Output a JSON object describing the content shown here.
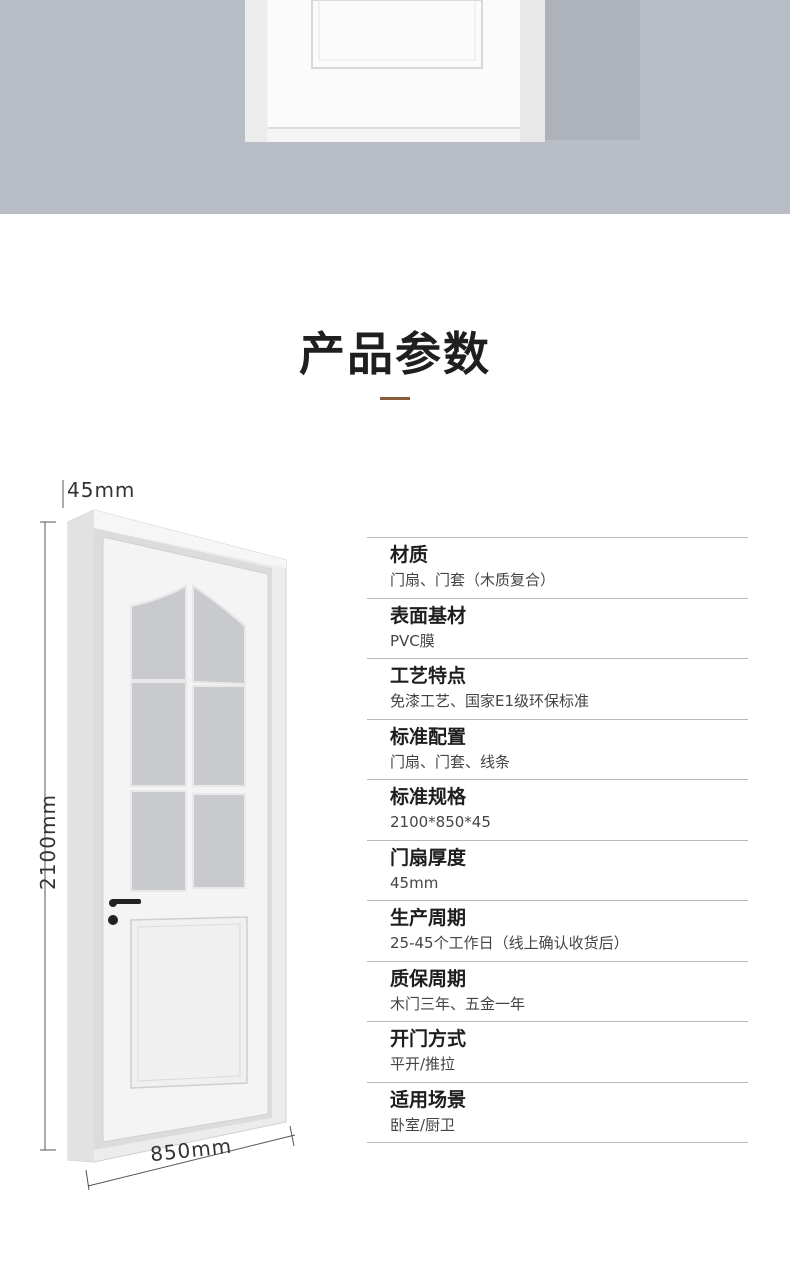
{
  "section_title": "产品参数",
  "dimensions": {
    "thickness": "45mm",
    "height": "2100mm",
    "width": "850mm"
  },
  "specs": [
    {
      "label": "材质",
      "value": "门扇、门套（木质复合）"
    },
    {
      "label": "表面基材",
      "value": "PVC膜"
    },
    {
      "label": "工艺特点",
      "value": "免漆工艺、国家E1级环保标准"
    },
    {
      "label": "标准配置",
      "value": "门扇、门套、线条"
    },
    {
      "label": "标准规格",
      "value": "2100*850*45"
    },
    {
      "label": "门扇厚度",
      "value": "45mm"
    },
    {
      "label": "生产周期",
      "value": "25-45个工作日（线上确认收货后）"
    },
    {
      "label": "质保周期",
      "value": "木门三年、五金一年"
    },
    {
      "label": "开门方式",
      "value": "平开/推拉"
    },
    {
      "label": "适用场景",
      "value": "卧室/厨卫"
    }
  ],
  "colors": {
    "hero_background": "#b9bec6",
    "accent": "#8a5a3c",
    "door": "#f3f3f3"
  }
}
